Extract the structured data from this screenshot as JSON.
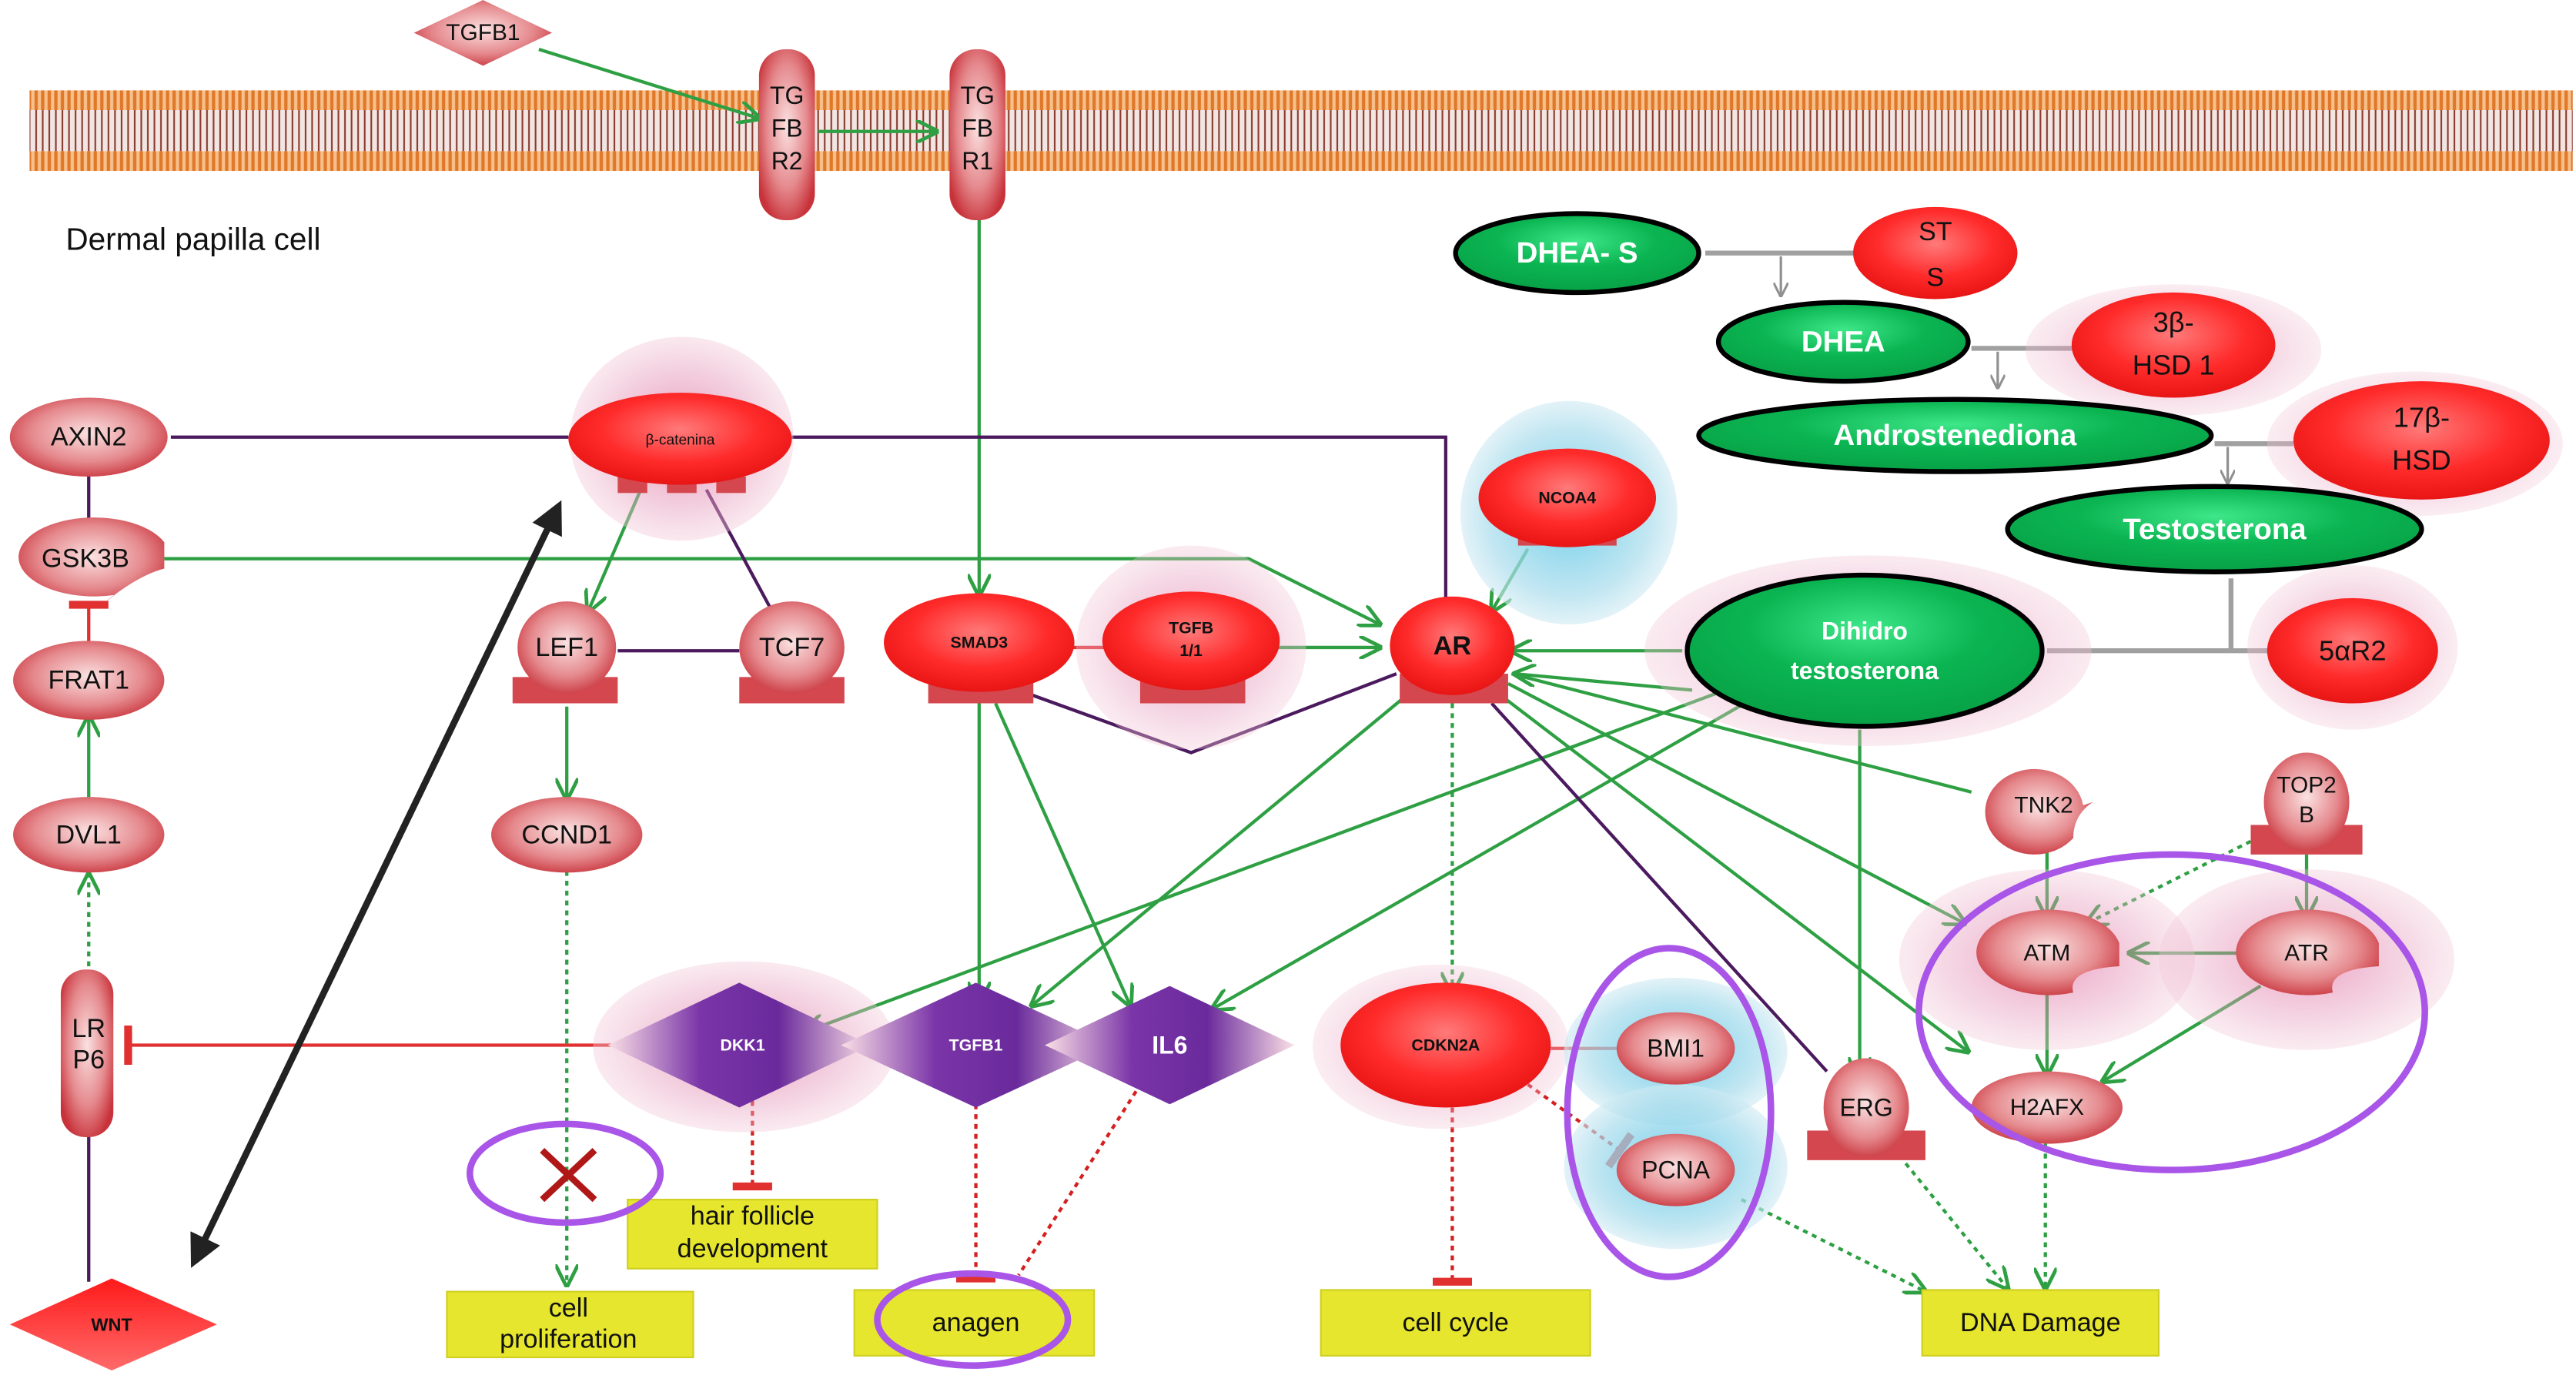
{
  "figure": {
    "cell_label": "Dermal papilla cell",
    "colors": {
      "gene_red": "#ff2a2a",
      "gene_pale": "#d9474f",
      "metabolite_green": "#08b04e",
      "secreted_purple": "#6a2a9c",
      "activation_edge": "#2ea043",
      "inhibition_edge": "#e03030",
      "binding_edge": "#4b1a5e",
      "highlight_ring": "#a855e8",
      "process_box": "#e6e62e",
      "membrane": "#e98a3a"
    }
  },
  "nodes": {
    "tgfb1_ligand": "TGFB1",
    "tgfbr2": [
      "TG",
      "FB",
      "R2"
    ],
    "tgfbr1": [
      "TG",
      "FB",
      "R1"
    ],
    "axin2": "AXIN2",
    "gsk3b": "GSK3B",
    "frat1": "FRAT1",
    "dvl1": "DVL1",
    "lrp6": [
      "LR",
      "P6"
    ],
    "wnt": "WNT",
    "beta_catenin": "β-catenina",
    "lef1": "LEF1",
    "tcf7": "TCF7",
    "ccnd1": "CCND1",
    "smad3": "SMAD3",
    "tgfb11": [
      "TGFB",
      "1/1"
    ],
    "ar": "AR",
    "ncoa4": "NCOA4",
    "dkk1": "DKK1",
    "tgfb1_secreted": "TGFB1",
    "il6": "IL6",
    "cdkn2a": "CDKN2A",
    "bmi1": "BMI1",
    "pcna": "PCNA",
    "erg": "ERG",
    "tnk2": "TNK2",
    "top2b": [
      "TOP2",
      "B"
    ],
    "atm": "ATM",
    "atr": "ATR",
    "h2afx": "H2AFX",
    "dhea_s": "DHEA- S",
    "sts": [
      "ST",
      "S"
    ],
    "dhea": "DHEA",
    "hsd3b1": [
      "3β-",
      "HSD 1"
    ],
    "androstenediona": "Androstenediona",
    "hsd17b": [
      "17β-",
      "HSD"
    ],
    "testosterona": "Testosterona",
    "dihidrotestosterona": [
      "Dihidro",
      "testosterona"
    ],
    "srd5a2": "5αR2"
  },
  "processes": {
    "hair_follicle": [
      "hair follicle",
      "development"
    ],
    "cell_proliferation": [
      "cell",
      "proliferation"
    ],
    "anagen": "anagen",
    "cell_cycle": "cell cycle",
    "dna_damage": "DNA Damage"
  }
}
